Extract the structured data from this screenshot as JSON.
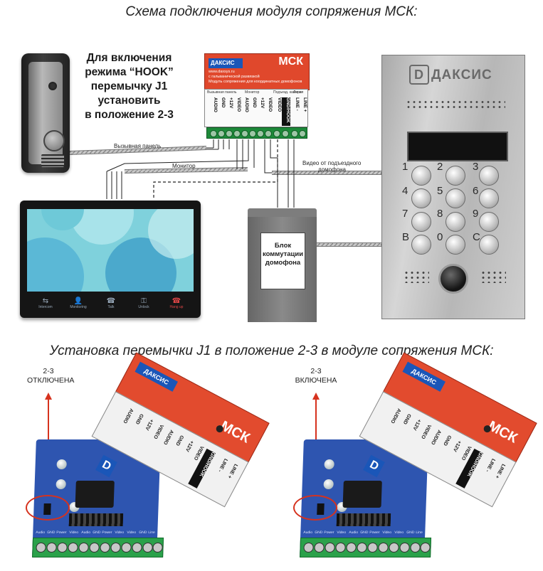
{
  "titles": {
    "top": "Схема подключения модуля сопряжения МСК:",
    "bottom": "Установка перемычки J1 в положение 2-3 в модуле сопряжения МСК:"
  },
  "note": {
    "line1": "Для включения",
    "line2": "режима “HOOK”",
    "line3": "перемычку J1",
    "line4": "установить",
    "line5": "в положение 2-3"
  },
  "module": {
    "brand": "ДАКСИС",
    "name": "МСК",
    "site": "www.daxsys.ru",
    "subtitle1": "с гальванической развязкой",
    "subtitle2": "Модуль сопряжения для координатных домофонов",
    "groups": [
      "Вызывная панель",
      "Монитор",
      "Подъезд. камера",
      "Линия"
    ],
    "terminals": [
      "AUDIO",
      "GND",
      "+12V",
      "VIDEO",
      "AUDIO",
      "GND",
      "+12V",
      "VIDEO",
      "VIDEO",
      "GND/HOOK",
      "LINE -",
      "LINE +"
    ]
  },
  "wires": {
    "call_panel": "Вызывная панель",
    "monitor": "Монитор",
    "video1": "Видео от подъездного",
    "video2": "домофона"
  },
  "switch_block": {
    "line1": "Блок",
    "line2": "коммутации",
    "line3": "домофона"
  },
  "keypad": {
    "brand": "ДАКСИС",
    "keys": [
      "1",
      "2",
      "3",
      "4",
      "5",
      "6",
      "7",
      "8",
      "9",
      "B",
      "0",
      "C"
    ]
  },
  "monitor_buttons": [
    {
      "icon": "⇆",
      "label": "Intercom"
    },
    {
      "icon": "👤",
      "label": "Monitoring"
    },
    {
      "icon": "☎",
      "label": "Talk"
    },
    {
      "icon": "⚿",
      "label": "Unlock"
    },
    {
      "icon": "☎",
      "label": "Hang up"
    }
  ],
  "photos": {
    "left": {
      "cap1": "2-3",
      "cap2": "ОТКЛЮЧЕНА"
    },
    "right": {
      "cap1": "2-3",
      "cap2": "ВКЛЮЧЕНА"
    },
    "board_text": [
      "Audio",
      "GND",
      "Power",
      "Video",
      "Audio",
      "GND",
      "Power",
      "Video",
      "Video",
      "GND",
      "Line"
    ]
  },
  "colors": {
    "accent_red": "#e0482c",
    "brand_blue": "#1a56b8",
    "terminal_green": "#1e8a3a",
    "arrow_red": "#d6321e"
  }
}
